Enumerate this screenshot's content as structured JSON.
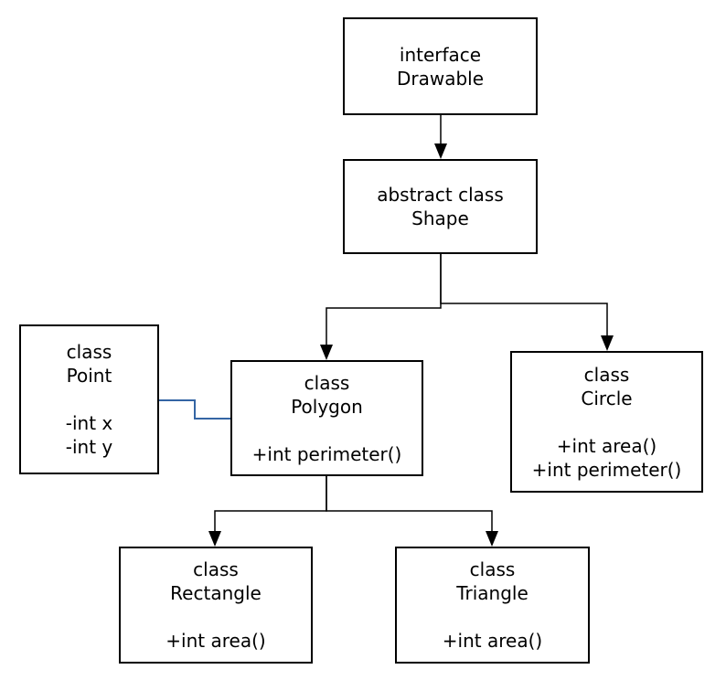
{
  "nodes": {
    "drawable": {
      "lines": [
        "interface",
        "Drawable"
      ]
    },
    "shape": {
      "lines": [
        "abstract class",
        "Shape"
      ]
    },
    "point": {
      "lines": [
        "class",
        "Point",
        "",
        "-int x",
        "-int y"
      ]
    },
    "polygon": {
      "lines": [
        "class",
        "Polygon",
        "",
        "+int perimeter()"
      ]
    },
    "circle": {
      "lines": [
        "class",
        "Circle",
        "",
        "+int area()",
        "+int perimeter()"
      ]
    },
    "rectangle": {
      "lines": [
        "class",
        "Rectangle",
        "",
        "+int area()"
      ]
    },
    "triangle": {
      "lines": [
        "class",
        "Triangle",
        "",
        "+int area()"
      ]
    }
  },
  "colors": {
    "box_border": "#000000",
    "connector": "#000000",
    "association_line": "#3465a4",
    "background": "#ffffff",
    "text": "#000000"
  }
}
